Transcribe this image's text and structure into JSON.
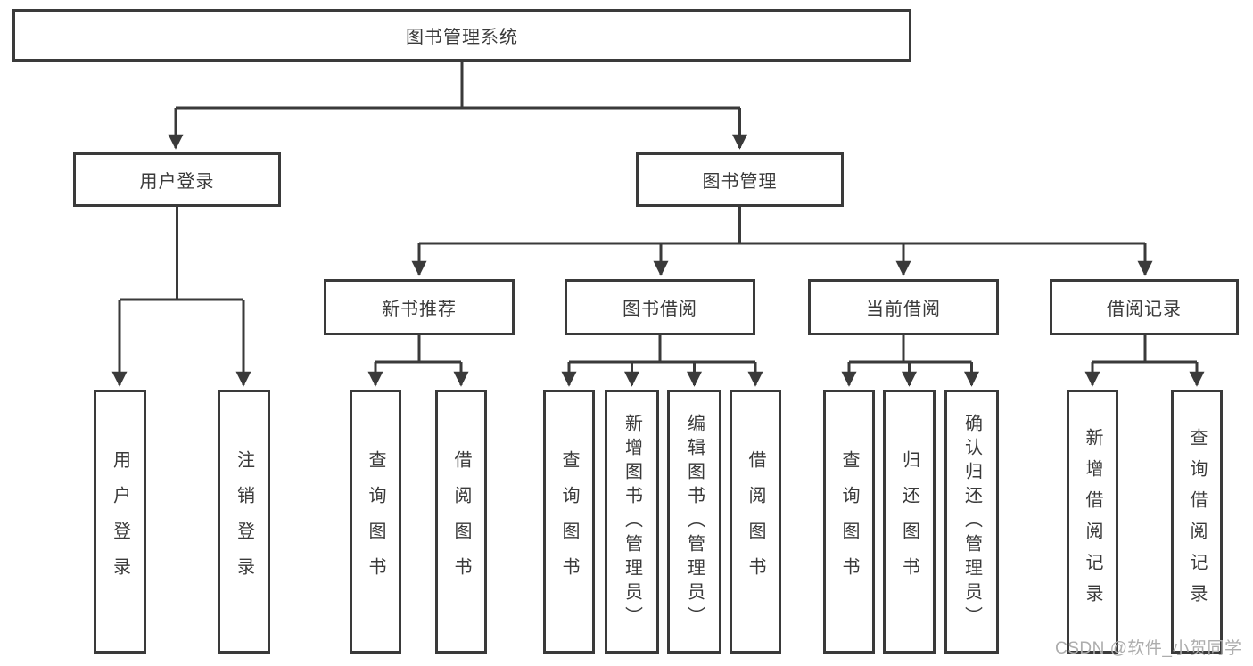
{
  "colors": {
    "line": "#3a3a3a",
    "box_border": "#3a3a3a",
    "text": "#3a3a3a",
    "watermark": "#adadad",
    "background": "#ffffff"
  },
  "nodes": {
    "root": "图书管理系统",
    "userLogin": "用户登录",
    "bookManagement": "图书管理",
    "newBookRecommendation": "新书推荐",
    "bookBorrowing": "图书借阅",
    "currentBorrowing": "当前借阅",
    "borrowingRecords": "借阅记录"
  },
  "leaves": {
    "userLogin": [
      "用户登录",
      "注销登录"
    ],
    "newBookRecommendation": [
      "查询图书",
      "借阅图书"
    ],
    "bookBorrowing": [
      "查询图书",
      "新增图书（管理员）",
      "编辑图书（管理员）",
      "借阅图书"
    ],
    "currentBorrowing": [
      "查询图书",
      "归还图书",
      "确认归还（管理员）"
    ],
    "borrowingRecords": [
      "新增借阅记录",
      "查询借阅记录"
    ]
  },
  "watermark": "CSDN @软件_小贺同学"
}
